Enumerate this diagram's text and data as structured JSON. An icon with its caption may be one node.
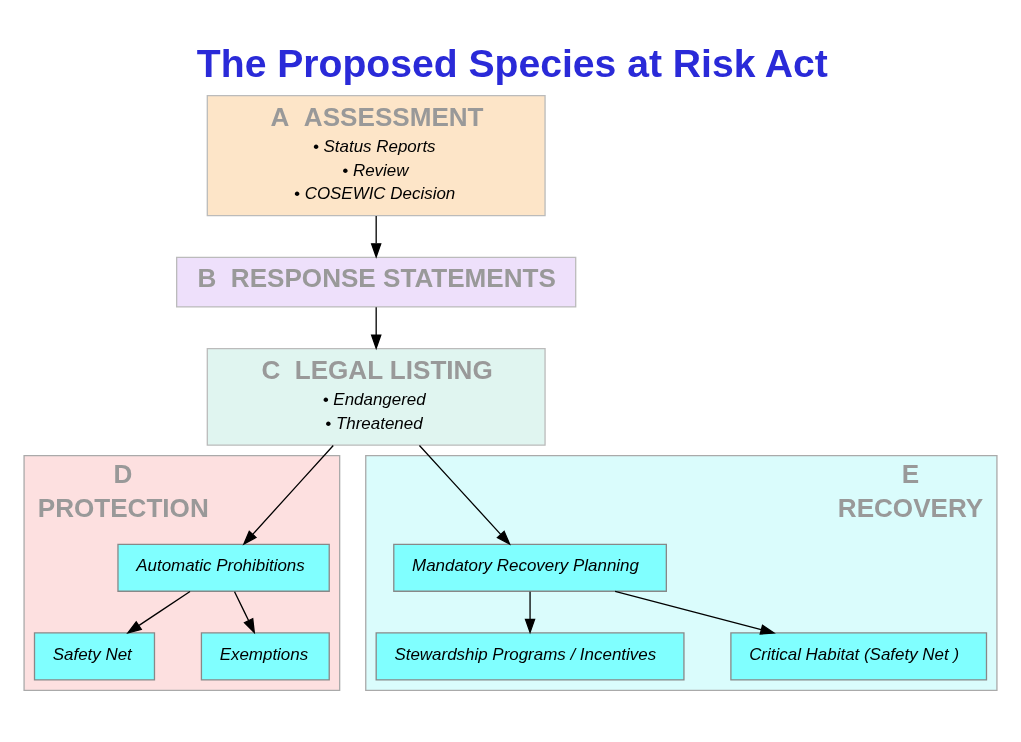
{
  "diagram": {
    "title": "The Proposed Species at Risk Act",
    "nodes": [
      {
        "text": [
          "A",
          "ASSESSMENT",
          "• Status Reports",
          "• Review",
          "• COSEWIC Decision"
        ]
      },
      {
        "text": [
          "B",
          "RESPONSE STATEMENTS"
        ]
      },
      {
        "text": [
          "C",
          "LEGAL LISTING",
          "• Endangered",
          "• Threatened"
        ]
      },
      {
        "text": [
          "D",
          "PROTECTION"
        ]
      },
      {
        "text": [
          "Automatic Prohibitions"
        ],
        "in": 3
      },
      {
        "text": [
          "Safety Net"
        ],
        "in": 3
      },
      {
        "text": [
          "Exemptions"
        ],
        "in": 3
      },
      {
        "text": [
          "E",
          "RECOVERY"
        ]
      },
      {
        "text": [
          "Mandatory Recovery Planning"
        ],
        "in": 7
      },
      {
        "text": [
          "Stewardship Programs / Incentives"
        ],
        "in": 7
      },
      {
        "text": [
          "Critical Habitat (Safety Net )"
        ],
        "in": 7
      }
    ],
    "edges": [
      {
        "from": 0,
        "to": 1,
        "arrow": "to"
      },
      {
        "from": 1,
        "to": 2,
        "arrow": "to"
      },
      {
        "from": 2,
        "to": 4,
        "arrow": "to"
      },
      {
        "from": 2,
        "to": 8,
        "arrow": "to"
      },
      {
        "from": 4,
        "to": 5,
        "arrow": "to"
      },
      {
        "from": 4,
        "to": 6,
        "arrow": "to"
      },
      {
        "from": 8,
        "to": 9,
        "arrow": "to"
      },
      {
        "from": 8,
        "to": 10,
        "arrow": "to"
      }
    ]
  }
}
